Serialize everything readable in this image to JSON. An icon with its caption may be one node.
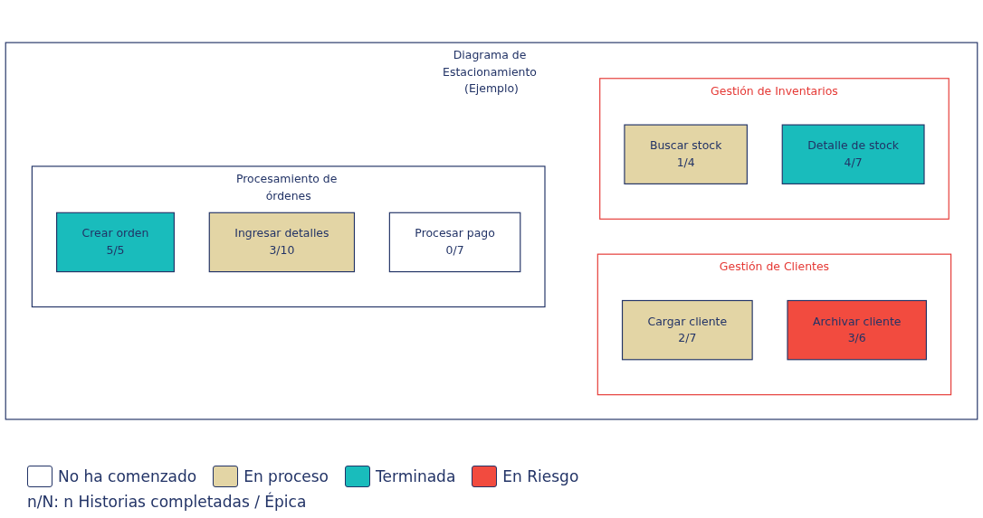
{
  "diagram": {
    "nodes": [
      {
        "text": [
          "Diagrama de Estacionamiento (Ejemplo)"
        ]
      },
      {
        "text": [
          "Procesamiento de órdenes"
        ],
        "in": 0
      },
      {
        "text": [
          "Crear orden",
          "5/5"
        ],
        "in": 1
      },
      {
        "text": [
          "Ingresar detalles",
          "3/10"
        ],
        "in": 1
      },
      {
        "text": [
          "Procesar pago",
          "0/7"
        ],
        "in": 1
      },
      {
        "text": [
          "Gestión de Clientes"
        ],
        "in": 0
      },
      {
        "text": [
          "Cargar cliente",
          "2/7"
        ],
        "in": 5
      },
      {
        "text": [
          "Archivar cliente",
          "3/6"
        ],
        "in": 5
      },
      {
        "text": [
          "Gestión de Inventarios"
        ],
        "in": 0
      },
      {
        "text": [
          "Buscar stock",
          "1/4"
        ],
        "in": 8
      },
      {
        "text": [
          "Detalle de stock",
          "4/7"
        ],
        "in": 8
      }
    ],
    "labels": [
      "n/N: n Historias completadas / Épica"
    ],
    "legend": [
      {
        "text": "No ha comenzado",
        "color": "#ffffff"
      },
      {
        "text": "En proceso",
        "color": "#e3d5a5"
      },
      {
        "text": "Terminada",
        "color": "#19bcbc"
      },
      {
        "text": "En Riesgo",
        "color": "#f24b3f"
      }
    ]
  }
}
